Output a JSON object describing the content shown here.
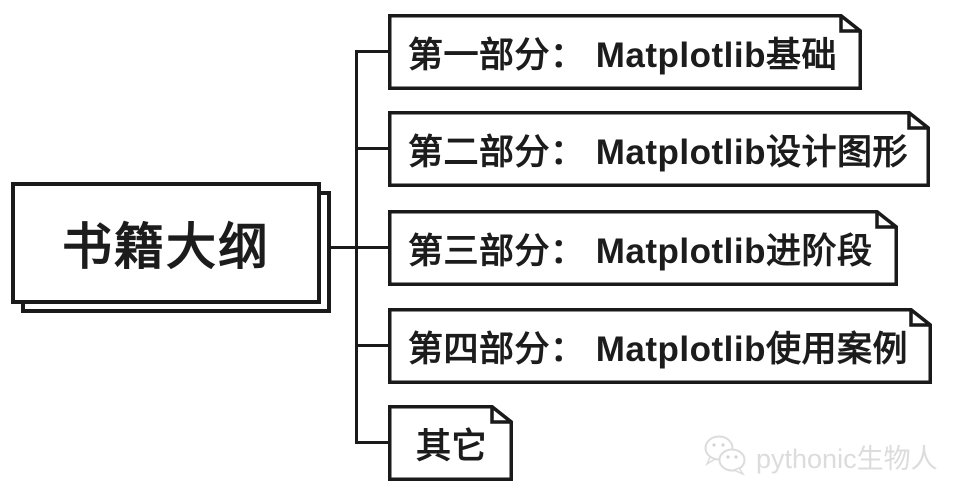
{
  "diagram": {
    "title": "书籍大纲 mind map",
    "root": {
      "label": "书籍大纲"
    },
    "branches": [
      {
        "label": "第一部分： Matplotlib基础"
      },
      {
        "label": "第二部分： Matplotlib设计图形"
      },
      {
        "label": "第三部分： Matplotlib进阶段"
      },
      {
        "label": "第四部分： Matplotlib使用案例"
      },
      {
        "label": "其它"
      }
    ]
  },
  "watermark": {
    "text": "pythonic生物人",
    "icon": "wechat-icon"
  },
  "colors": {
    "line": "#1a1a1a",
    "node_fill": "#ffffff",
    "text": "#1c1c1c",
    "watermark": "#dcdcdc",
    "background": "#ffffff"
  }
}
